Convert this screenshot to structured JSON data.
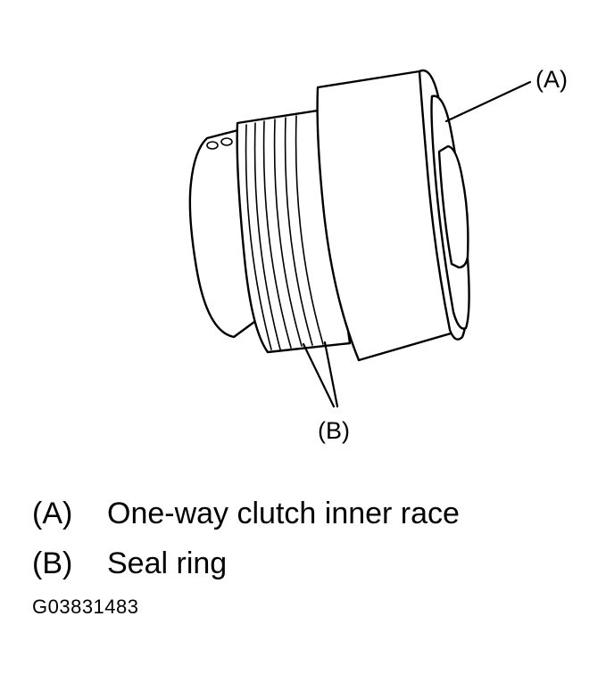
{
  "callouts": {
    "a": "(A)",
    "b": "(B)"
  },
  "legend": [
    {
      "key": "(A)",
      "text": "One-way clutch inner race"
    },
    {
      "key": "(B)",
      "text": "Seal ring"
    }
  ],
  "figure_id": "G03831483"
}
